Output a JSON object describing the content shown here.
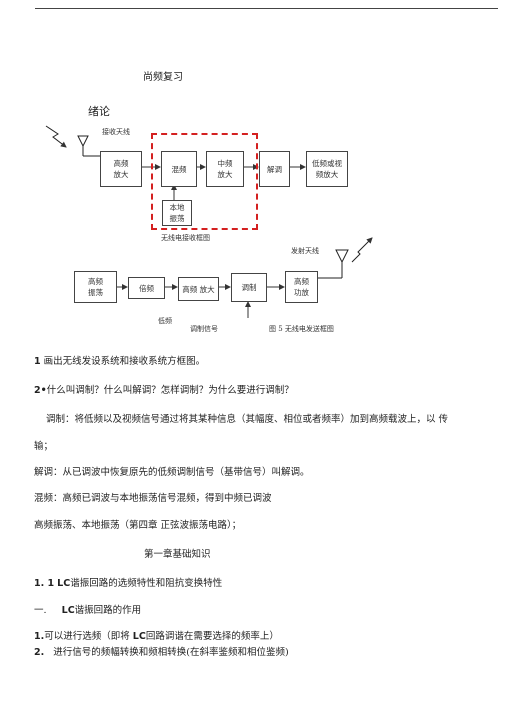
{
  "doc": {
    "title": "尚频复习",
    "intro_heading": "绪论"
  },
  "receiver": {
    "antenna_label": "接收天线",
    "hf_amp": [
      "高频",
      "放大"
    ],
    "mixer": "混频",
    "if_amp": [
      "中频",
      "放大"
    ],
    "demod": "解调",
    "lf_amp": [
      "低频或视",
      "频放大"
    ],
    "local_osc": [
      "本地",
      "振荡"
    ],
    "caption": "无线电接收框图"
  },
  "transmitter": {
    "antenna_label": "发射天线",
    "hf_osc": [
      "高频",
      "振荡"
    ],
    "multiplier": "倍频",
    "hf_amp": "高频 放大",
    "modulator": "调制",
    "power_amp": [
      "高频",
      "功放"
    ],
    "lf_label": "低频",
    "mod_signal": "调制信号",
    "caption": "图 5 无线电发送框图"
  },
  "content": {
    "q1_num": "1",
    "q1": "画出无线发设系统和接收系统方框图。",
    "q2_num": "2•",
    "q2": "什么叫调制？什么叫解调？怎样调制？为什么要进行调制？",
    "mod_line1": "调制：将低频以及视频信号通过将其某种信息（其幅度、相位或者频率）加到高频载波上，以 传",
    "mod_line2": "输；",
    "demod_def": "解调：从已调波中恢复原先的低频调制信号（基带信号）叫解调。",
    "mix_def": "混频：高频已调波与本地振荡信号混频，得到中频已调波",
    "osc_def": "高频振荡、本地振荡（第四章  正弦波振荡电路）；",
    "chapter1": "第一章基础知识",
    "sec11_num": "1. 1",
    "sec11_lc": "LC",
    "sec11": "谐振回路的选频特性和阻抗变换特性",
    "sub1_num": "一.",
    "sub1_lc": "LC",
    "sub1": "谐振回路的作用",
    "item1_num": "1.",
    "item1_a": "可以进行选频（即将",
    "item1_lc": "LC",
    "item1_b": "回路调谐在需要选择的频率上）",
    "item2_num": "2.",
    "item2": "进行信号的频幅转换和频相转换(在斜率鉴频和相位鉴频)"
  }
}
